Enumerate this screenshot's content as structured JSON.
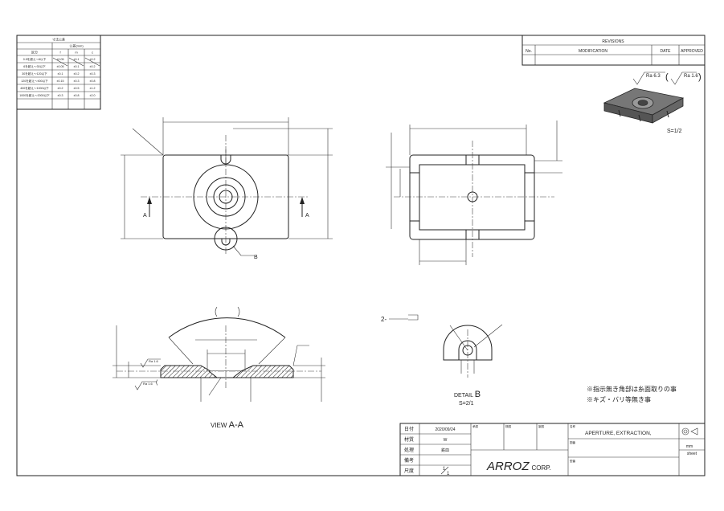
{
  "tolerance_table": {
    "title": "寸法公差",
    "subheader": "公差(mm)",
    "col_headers": [
      "区分",
      "f",
      "m",
      "c"
    ],
    "rows": [
      [
        "0.5を超え～6以下",
        "±0.05",
        "±0.1",
        "±0.2"
      ],
      [
        "6を超え～30以下",
        "±0.05",
        "±0.1",
        "±0.2"
      ],
      [
        "30を超え～120以下",
        "±0.1",
        "±0.2",
        "±0.3"
      ],
      [
        "120を超え～400以下",
        "±0.15",
        "±0.3",
        "±0.8"
      ],
      [
        "400を超え～1000以下",
        "±0.2",
        "±0.5",
        "±1.2"
      ],
      [
        "1000を超え～2000以下",
        "±0.3",
        "±0.8",
        "±2.0"
      ]
    ]
  },
  "revisions": {
    "title": "REVISIONS",
    "col_no": "No.",
    "col_modification": "MODIFICATION",
    "col_date": "DATE",
    "col_approved": "APPROVED"
  },
  "surface": {
    "main": "Ra 6.3",
    "secondary": "Ra 1.6",
    "open_paren": "(",
    "close_paren": ")"
  },
  "iso_scale": "S=1/2",
  "labels": {
    "section_a": "A",
    "detail_b": "B",
    "view_aa_prefix": "VIEW ",
    "view_aa": "A-A",
    "detail_prefix": "DETAIL ",
    "detail_letter": "B",
    "detail_scale": "S=2/1",
    "chamfer_count": "2-",
    "section_ra1": "Ra 1.6",
    "section_ra2": "Ra 1.6",
    "section_paren": "("
  },
  "notes": [
    "※指示無き角部は糸面取りの事",
    "※キズ・バリ等無き事"
  ],
  "title_block": {
    "date_label": "日付",
    "date_value": "2020/09/24",
    "material_label": "材質",
    "material_value": "W",
    "treatment_label": "処理",
    "treatment_value": "鉄皿",
    "remarks_label": "備考",
    "scale_label": "尺度",
    "scale_value_num": "1",
    "scale_value_den": "1",
    "drawn_label": "承認",
    "checked_label": "検図",
    "designed_label": "製図",
    "name_label": "名称",
    "name_value": "APERTURE, EXTRACTION,",
    "drawing_no_label": "図番",
    "model_label": "型番",
    "company": "ARROZ",
    "company_suffix": "CORP.",
    "unit": "mm",
    "sheet": "sheet"
  }
}
